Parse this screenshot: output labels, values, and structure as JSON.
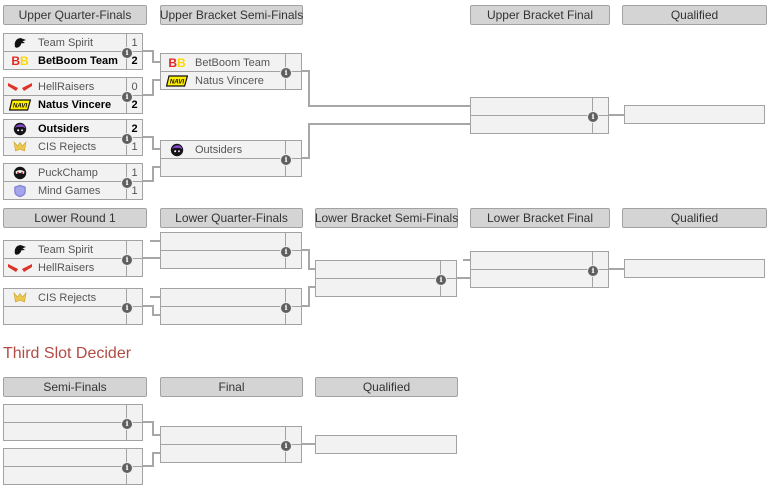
{
  "third_slot_title": "Third Slot Decider",
  "info_icon_glyph": "i",
  "bracket_headers": {
    "upper": [
      "Upper Quarter-Finals",
      "Upper Bracket Semi-Finals",
      "Upper Bracket Final",
      "Qualified"
    ],
    "lower": [
      "Lower Round 1",
      "Lower Quarter-Finals",
      "Lower Bracket Semi-Finals",
      "Lower Bracket Final",
      "Qualified"
    ],
    "third_slot": [
      "Semi-Finals",
      "Final",
      "Qualified"
    ]
  },
  "matches": {
    "upper_qf": [
      {
        "top": {
          "team": "Team Spirit",
          "score": "1"
        },
        "bottom": {
          "team": "BetBoom Team",
          "score": "2"
        }
      },
      {
        "top": {
          "team": "HellRaisers",
          "score": "0"
        },
        "bottom": {
          "team": "Natus Vincere",
          "score": "2"
        }
      },
      {
        "top": {
          "team": "Outsiders",
          "score": "2"
        },
        "bottom": {
          "team": "CIS Rejects",
          "score": "1"
        }
      },
      {
        "top": {
          "team": "PuckChamp",
          "score": "1"
        },
        "bottom": {
          "team": "Mind Games",
          "score": "1"
        }
      }
    ],
    "upper_sf": [
      {
        "top": {
          "team": "BetBoom Team",
          "score": ""
        },
        "bottom": {
          "team": "Natus Vincere",
          "score": ""
        }
      },
      {
        "top": {
          "team": "Outsiders",
          "score": ""
        },
        "bottom": {
          "team": "",
          "score": ""
        }
      }
    ],
    "lower_r1": [
      {
        "top": {
          "team": "Team Spirit",
          "score": ""
        },
        "bottom": {
          "team": "HellRaisers",
          "score": ""
        }
      },
      {
        "top": {
          "team": "CIS Rejects",
          "score": ""
        },
        "bottom": {
          "team": "",
          "score": ""
        }
      }
    ]
  },
  "icons": {
    "team_logos": [
      "team-spirit-logo",
      "betboom-team-logo",
      "hellraisers-logo",
      "natus-vincere-logo",
      "outsiders-logo",
      "cis-rejects-logo",
      "puckchamp-logo",
      "mind-games-logo"
    ],
    "match_info": "info-icon"
  },
  "colors": {
    "header_bg": "#d4d4d4",
    "box_bg": "#f2f2f2",
    "border": "#a2a2a2",
    "connector": "#a7a7a7",
    "team_text": "#555555",
    "winner_text": "#000000",
    "third_slot_title": "#b34a44",
    "betboom_red": "#e52620",
    "betboom_yellow": "#fcd703",
    "navi_yellow": "#ffef00",
    "hellraisers_red": "#dd3327"
  }
}
